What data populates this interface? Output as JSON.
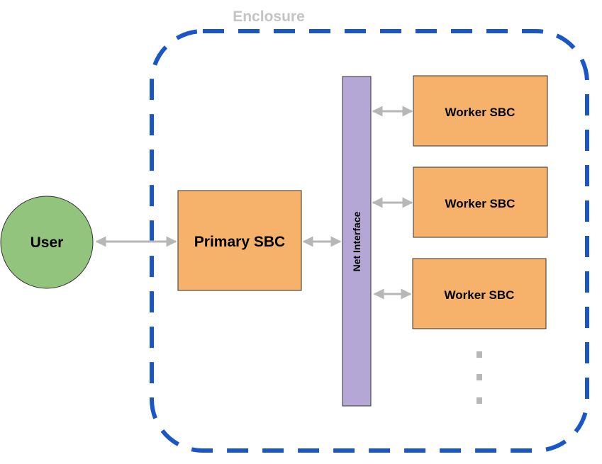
{
  "enclosure": {
    "label": "Enclosure",
    "label_color": "#c4c4c4",
    "border_color": "#1a56c8"
  },
  "user": {
    "label": "User",
    "fill": "#93c47d",
    "stroke": "#333333"
  },
  "primary": {
    "label": "Primary SBC",
    "fill": "#f6b26b",
    "stroke": "#333333"
  },
  "net": {
    "label": "Net Interface",
    "fill": "#b4a7d6",
    "stroke": "#333333"
  },
  "workers": [
    {
      "label": "Worker SBC"
    },
    {
      "label": "Worker SBC"
    },
    {
      "label": "Worker SBC"
    }
  ],
  "worker_fill": "#f6b26b",
  "arrow_color": "#b7b7b7",
  "ellipsis_color": "#b7b7b7"
}
